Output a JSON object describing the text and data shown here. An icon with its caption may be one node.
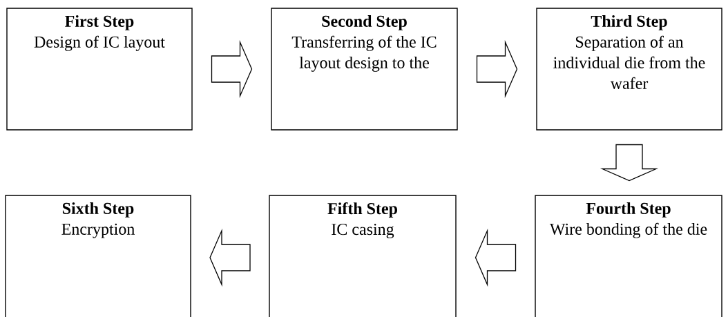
{
  "diagram": {
    "nodes": [
      {
        "text": [
          "First Step",
          "Design of IC layout"
        ]
      },
      {
        "text": [
          "Second Step",
          "Transferring of the IC layout design to the"
        ]
      },
      {
        "text": [
          "Third Step",
          "Separation of an individual die from the wafer"
        ]
      },
      {
        "text": [
          "Sixth Step",
          "Encryption"
        ]
      },
      {
        "text": [
          "Fifth Step",
          "IC casing"
        ]
      },
      {
        "text": [
          "Fourth Step",
          "Wire bonding of the die"
        ]
      }
    ],
    "edges": [
      {
        "from": 0,
        "to": 1,
        "arrow": "to"
      },
      {
        "from": 1,
        "to": 2,
        "arrow": "to"
      },
      {
        "from": 2,
        "to": 5,
        "arrow": "to"
      },
      {
        "from": 5,
        "to": 4,
        "arrow": "to"
      },
      {
        "from": 4,
        "to": 3,
        "arrow": "to"
      }
    ]
  }
}
